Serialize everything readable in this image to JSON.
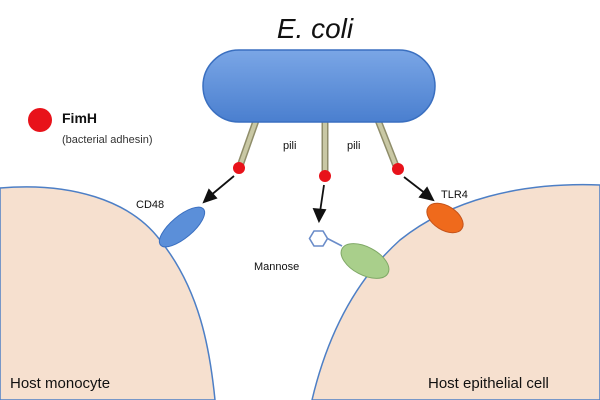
{
  "title": "E. coli",
  "legend": {
    "label": "FimH",
    "sublabel": "(bacterial adhesin)",
    "dot_color": "#e8121a"
  },
  "pili_labels": [
    "pili",
    "pili"
  ],
  "receptors": {
    "cd48": "CD48",
    "mannose": "Mannose",
    "tlr4": "TLR4"
  },
  "cells": {
    "left": "Host monocyte",
    "right": "Host epithelial cell"
  },
  "colors": {
    "bacterium_fill": "#5b8fd9",
    "bacterium_stroke": "#3a6fc0",
    "cell_fill": "#f6e0cf",
    "cell_outline": "#4d7fc6",
    "pilus": "#b6b58f",
    "fimh": "#e8121a",
    "cd48": "#5b8fd9",
    "mannose_receptor": "#a9cf8b",
    "tlr4": "#ef6a1c",
    "mannose_ring": "#6a8cc9"
  }
}
